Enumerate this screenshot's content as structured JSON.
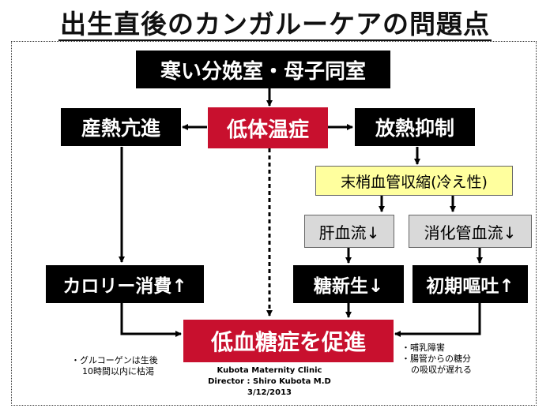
{
  "title": "出生直後のカンガルーケアの問題点",
  "nodes": {
    "cold_room": "寒い分娩室・母子同室",
    "hypothermia": "低体温症",
    "heat_production": "産熱亢進",
    "heat_suppression": "放熱抑制",
    "vasoconstriction": "末梢血管収縮(冷え性)",
    "liver_flow": "肝血流↓",
    "gut_flow": "消化管血流↓",
    "calorie": "カロリー消費↑",
    "gluconeo": "糖新生↓",
    "vomit": "初期嘔吐↑",
    "hypoglycemia": "低血糖症を促進"
  },
  "notes": {
    "glycogen": [
      "・グルコーゲンは生後",
      "10時間以内に枯渇"
    ],
    "absorption": [
      "・哺乳障害",
      "・腸管からの糖分",
      "の吸収が遅れる"
    ]
  },
  "credit": {
    "clinic": "Kubota   Maternity   Clinic",
    "director": "Director : Shiro Kubota M.D",
    "date": "3/12/2013"
  },
  "colors": {
    "black_box": "#000000",
    "red_box": "#c8102e",
    "yellow_box": "#ffff9e",
    "gray_box": "#d9d9d9"
  }
}
